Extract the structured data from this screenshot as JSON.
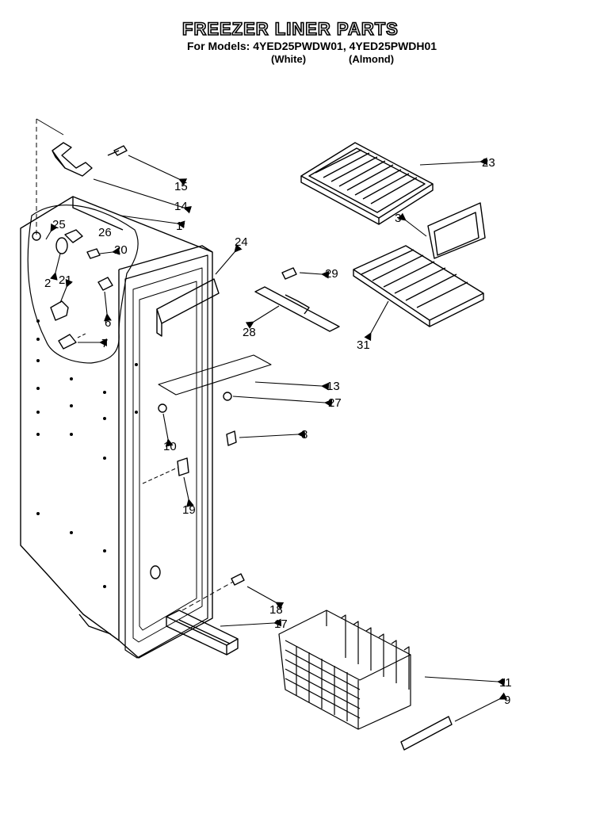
{
  "header": {
    "title": "FREEZER LINER PARTS",
    "models": "For Models: 4YED25PWDW01, 4YED25PWDH01",
    "variant_white": "(White)",
    "variant_almond": "(Almond)"
  },
  "callouts": {
    "c1": "1",
    "c2": "2",
    "c3": "3",
    "c6": "6",
    "c7": "7",
    "c8": "8",
    "c9": "9",
    "c10": "10",
    "c11": "11",
    "c13": "13",
    "c14": "14",
    "c15": "15",
    "c17": "17",
    "c18": "18",
    "c19": "19",
    "c20": "20",
    "c21": "21",
    "c23": "23",
    "c24": "24",
    "c25": "25",
    "c26": "26",
    "c27": "27",
    "c28": "28",
    "c29": "29",
    "c31": "31"
  }
}
